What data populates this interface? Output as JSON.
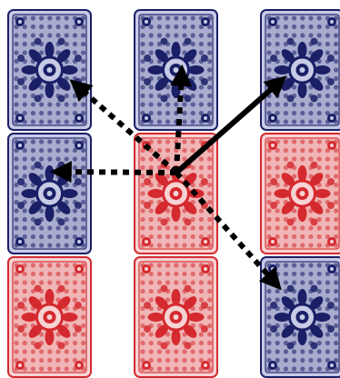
{
  "board": {
    "columns": 3,
    "rows": 3,
    "cards": [
      {
        "row": 0,
        "col": 0,
        "color": "blue"
      },
      {
        "row": 0,
        "col": 1,
        "color": "blue"
      },
      {
        "row": 0,
        "col": 2,
        "color": "blue"
      },
      {
        "row": 1,
        "col": 0,
        "color": "blue"
      },
      {
        "row": 1,
        "col": 1,
        "color": "red"
      },
      {
        "row": 1,
        "col": 2,
        "color": "red"
      },
      {
        "row": 2,
        "col": 0,
        "color": "red"
      },
      {
        "row": 2,
        "col": 1,
        "color": "red"
      },
      {
        "row": 2,
        "col": 2,
        "color": "blue"
      }
    ]
  },
  "colors": {
    "blue": "#1a1f66",
    "blue_light": "#c8cbe6",
    "red": "#d42a2f",
    "red_light": "#f7d3d4",
    "arrow": "#000000",
    "background": "#ffffff"
  },
  "arrows": [
    {
      "from": {
        "row": 1,
        "col": 1
      },
      "to": {
        "row": 0,
        "col": 2
      },
      "style": "solid"
    },
    {
      "from": {
        "row": 1,
        "col": 1
      },
      "to": {
        "row": 0,
        "col": 1
      },
      "style": "dotted"
    },
    {
      "from": {
        "row": 1,
        "col": 1
      },
      "to": {
        "row": 0,
        "col": 0
      },
      "style": "dotted"
    },
    {
      "from": {
        "row": 1,
        "col": 1
      },
      "to": {
        "row": 1,
        "col": 0
      },
      "style": "dotted"
    },
    {
      "from": {
        "row": 1,
        "col": 1
      },
      "to": {
        "row": 2,
        "col": 2
      },
      "style": "dotted"
    }
  ]
}
